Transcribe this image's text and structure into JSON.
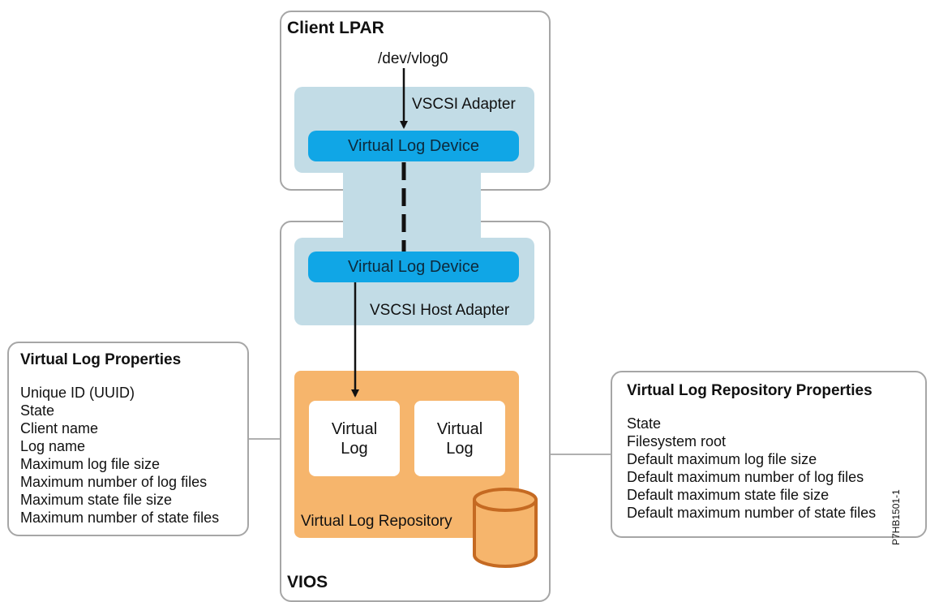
{
  "client_lpar": {
    "title": "Client LPAR",
    "device_path": "/dev/vlog0",
    "adapter_label": "VSCSI Adapter",
    "device_label": "Virtual Log Device"
  },
  "vios": {
    "title": "VIOS",
    "device_label": "Virtual Log Device",
    "host_adapter_label": "VSCSI Host Adapter",
    "repository_label": "Virtual Log Repository",
    "virtual_logs": [
      "Virtual\nLog",
      "Virtual\nLog"
    ]
  },
  "virtual_log_properties": {
    "title": "Virtual Log Properties",
    "items": [
      "Unique ID (UUID)",
      "State",
      "Client name",
      "Log name",
      "Maximum log file size",
      "Maximum number of log files",
      "Maximum state file size",
      "Maximum number of state files"
    ]
  },
  "repository_properties": {
    "title": "Virtual Log Repository Properties",
    "items": [
      "State",
      "Filesystem root",
      "Default maximum log file size",
      "Default maximum number of log files",
      "Default maximum state file size",
      "Default maximum number of state files"
    ]
  },
  "figure_id": "P7HB1501-1",
  "colors": {
    "panel_blue": "#c2dce6",
    "device_blue": "#10a6e6",
    "repository_orange": "#f6b56c",
    "outline_gray": "#a6a6a6"
  }
}
